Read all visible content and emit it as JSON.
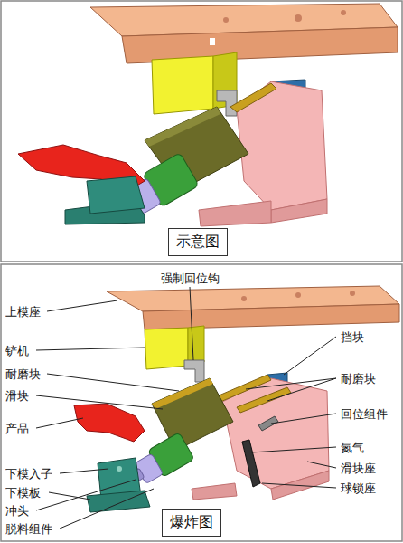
{
  "diagram": {
    "nodes": [
      {
        "text": [
          "示意图"
        ]
      },
      {
        "text": [
          "爆炸图"
        ]
      }
    ],
    "labels": [
      "强制回位钩",
      "上模座",
      "铲机",
      "耐磨块",
      "滑块",
      "产品",
      "下模入子",
      "下模板",
      "冲头",
      "脱料组件",
      "挡块",
      "耐磨块",
      "回位组件",
      "氮气",
      "滑块座",
      "球锁座"
    ]
  }
}
